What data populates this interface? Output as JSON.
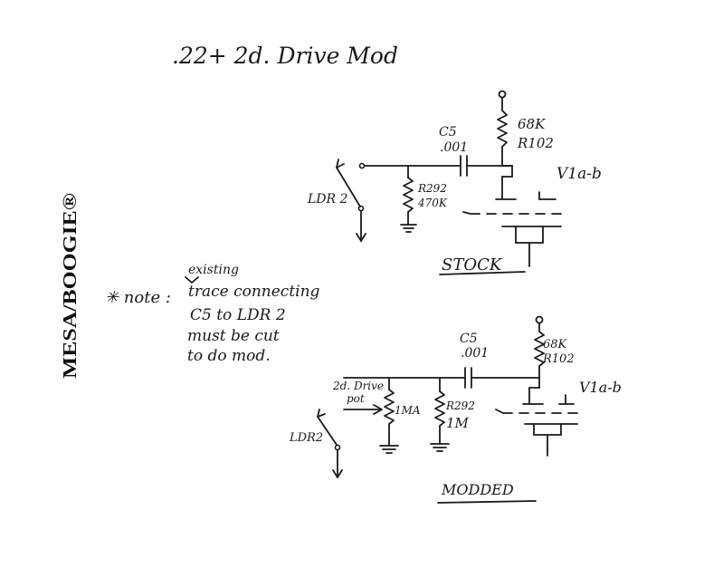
{
  "title": ".22+ 2d. Drive Mod",
  "logo": "MESA/BOOGIE®",
  "note": {
    "star": "✳ note :",
    "inserted": "existing",
    "lines": [
      "trace connecting",
      "C5 to LDR 2",
      "must be cut",
      "to do mod."
    ]
  },
  "stock": {
    "caption": "STOCK",
    "cap_ref": "C5",
    "cap_val": ".001",
    "load_val": "68K",
    "load_ref": "R102",
    "tube": "V1a-b",
    "res_ref": "R292",
    "res_val": "470K",
    "ldr": "LDR 2"
  },
  "modded": {
    "caption": "MODDED",
    "cap_ref": "C5",
    "cap_val": ".001",
    "load_val": "68K",
    "load_ref": "R102",
    "tube": "V1a-b",
    "pot_label_1": "2d. Drive",
    "pot_label_2": "pot",
    "pot_val": "1MA",
    "res_ref": "R292",
    "res_val": "1M",
    "ldr": "LDR2"
  }
}
